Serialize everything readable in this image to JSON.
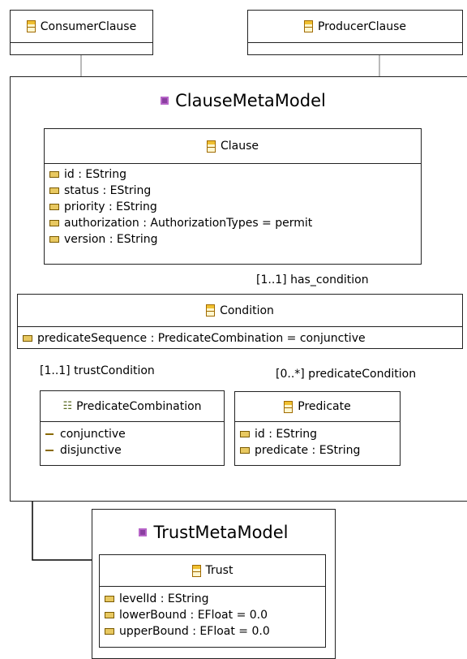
{
  "consumer_clause": {
    "name": "ConsumerClause"
  },
  "producer_clause": {
    "name": "ProducerClause"
  },
  "clause_meta_model": {
    "title": "ClauseMetaModel"
  },
  "clause": {
    "name": "Clause",
    "attributes": [
      "id : EString",
      "status : EString",
      "priority : EString",
      "authorization : AuthorizationTypes = permit",
      "version : EString"
    ]
  },
  "condition": {
    "name": "Condition",
    "attributes": [
      "predicateSequence : PredicateCombination = conjunctive"
    ]
  },
  "predicate_combination": {
    "name": "PredicateCombination",
    "literals": [
      "conjunctive",
      "disjunctive"
    ]
  },
  "predicate": {
    "name": "Predicate",
    "attributes": [
      "id : EString",
      "predicate : EString"
    ]
  },
  "trust_meta_model": {
    "title": "TrustMetaModel"
  },
  "trust": {
    "name": "Trust",
    "attributes": [
      "levelId : EString",
      "lowerBound : EFloat = 0.0",
      "upperBound : EFloat = 0.0"
    ]
  },
  "edges": {
    "has_condition": "[1..1] has_condition",
    "trust_condition": "[1..1] trustCondition",
    "predicate_condition": "[0..*] predicateCondition"
  }
}
